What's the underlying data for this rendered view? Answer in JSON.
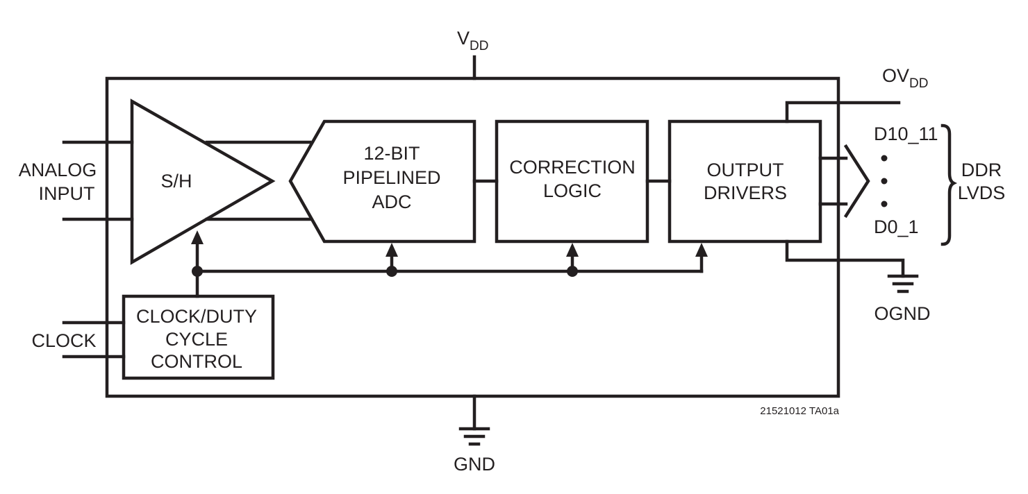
{
  "labels": {
    "vdd_main": "V",
    "vdd_sub": "DD",
    "ovdd_main": "OV",
    "ovdd_sub": "DD",
    "analog_input_line1": "ANALOG",
    "analog_input_line2": "INPUT",
    "clock": "CLOCK",
    "sh": "S/H",
    "adc_line1": "12-BIT",
    "adc_line2": "PIPELINED",
    "adc_line3": "ADC",
    "correction_line1": "CORRECTION",
    "correction_line2": "LOGIC",
    "output_line1": "OUTPUT",
    "output_line2": "DRIVERS",
    "clock_ctrl_line1": "CLOCK/DUTY",
    "clock_ctrl_line2": "CYCLE",
    "clock_ctrl_line3": "CONTROL",
    "d_top": "D10_11",
    "d_bottom": "D0_1",
    "dots": "•",
    "ddr": "DDR",
    "lvds": "LVDS",
    "ognd": "OGND",
    "gnd": "GND",
    "figure_id": "21521012 TA01a"
  }
}
